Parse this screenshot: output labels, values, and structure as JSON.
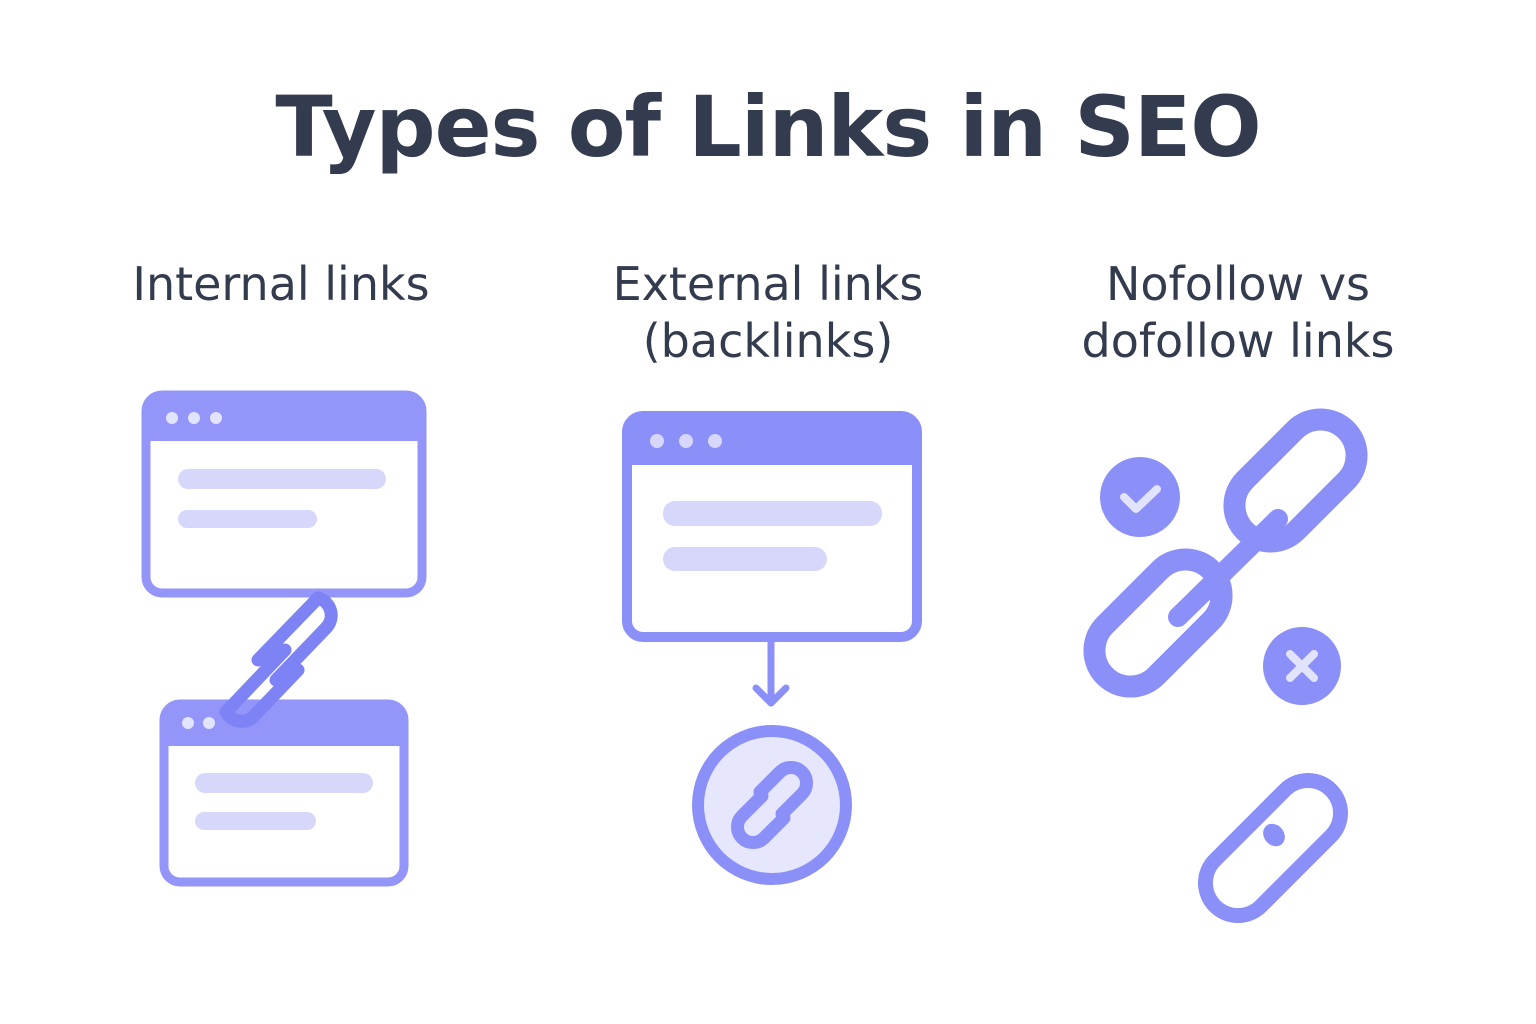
{
  "title": "Types of Links in SEO",
  "columns": [
    {
      "heading_line1": "Internal links",
      "heading_line2": ""
    },
    {
      "heading_line1": "External links",
      "heading_line2": "(backlinks)"
    },
    {
      "heading_line1": "Nofollow vs",
      "heading_line2": "dofollow links"
    }
  ],
  "colors": {
    "accent": "#8b8ff8",
    "accent_dark": "#7d82f5",
    "light": "#d6d7fb",
    "text": "#333b4f"
  }
}
